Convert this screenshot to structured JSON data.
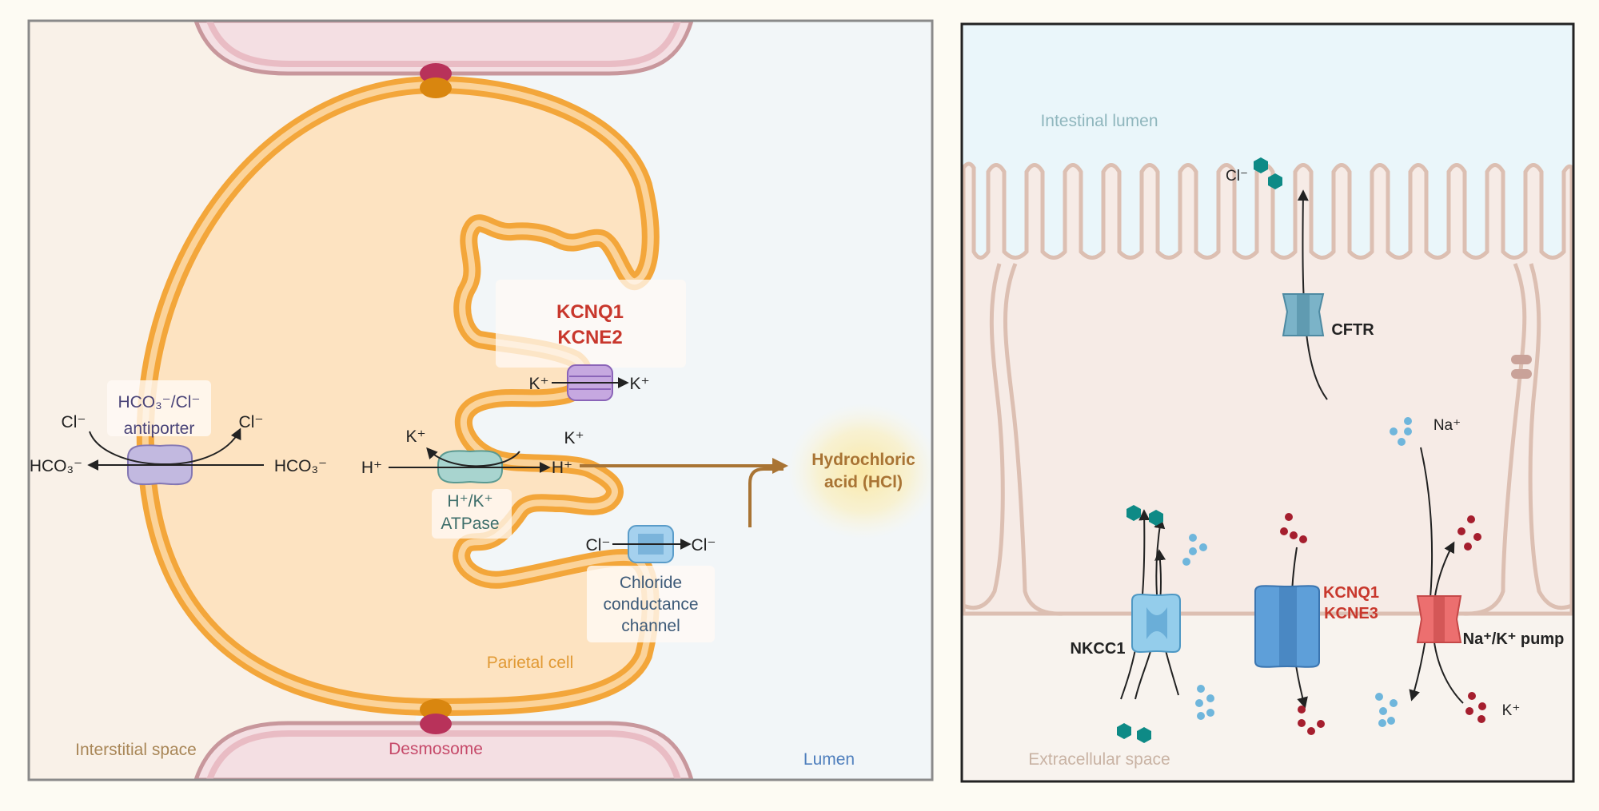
{
  "left_panel": {
    "labels": {
      "interstitial": "Interstitial space",
      "desmosome": "Desmosome",
      "lumen": "Lumen",
      "parietal": "Parietal cell",
      "hcl": [
        "Hydrochloric",
        "acid (HCl)"
      ]
    },
    "antiporter": {
      "name": [
        "HCO₃⁻/Cl⁻",
        "antiporter"
      ],
      "cl_left": "Cl⁻",
      "cl_right": "Cl⁻",
      "hco3_left": "HCO₃⁻",
      "hco3_right": "HCO₃⁻"
    },
    "atpase": {
      "name": [
        "H⁺/K⁺",
        "ATPase"
      ],
      "h_left": "H⁺",
      "h_right": "H⁺",
      "k_left": "K⁺",
      "k_right": "K⁺"
    },
    "kcnq_kcne2": {
      "name": [
        "KCNQ1",
        "KCNE2"
      ],
      "k_left": "K⁺",
      "k_right": "K⁺"
    },
    "chloride_channel": {
      "name": [
        "Chloride",
        "conductance",
        "channel"
      ],
      "cl_left": "Cl⁻",
      "cl_right": "Cl⁻"
    }
  },
  "right_panel": {
    "labels": {
      "lumen": "Intestinal lumen",
      "extracellular": "Extracellular space",
      "cl": "Cl⁻",
      "na": "Na⁺",
      "k": "K⁺"
    },
    "cftr": "CFTR",
    "nkcc1": "NKCC1",
    "kcnq_kcne3": [
      "KCNQ1",
      "KCNE3"
    ],
    "pump": "Na⁺/K⁺ pump"
  },
  "colors": {
    "orange": "#f3a63a",
    "cell_fill": "#fde3c1",
    "red_label": "#c8372c",
    "gold_label": "#a97434",
    "pink_label": "#c64a6a",
    "lumen_label": "#4f7fbd",
    "teal": "#0e8a86",
    "dark_red": "#a51e2e",
    "light_blue": "#6fb6dc"
  }
}
